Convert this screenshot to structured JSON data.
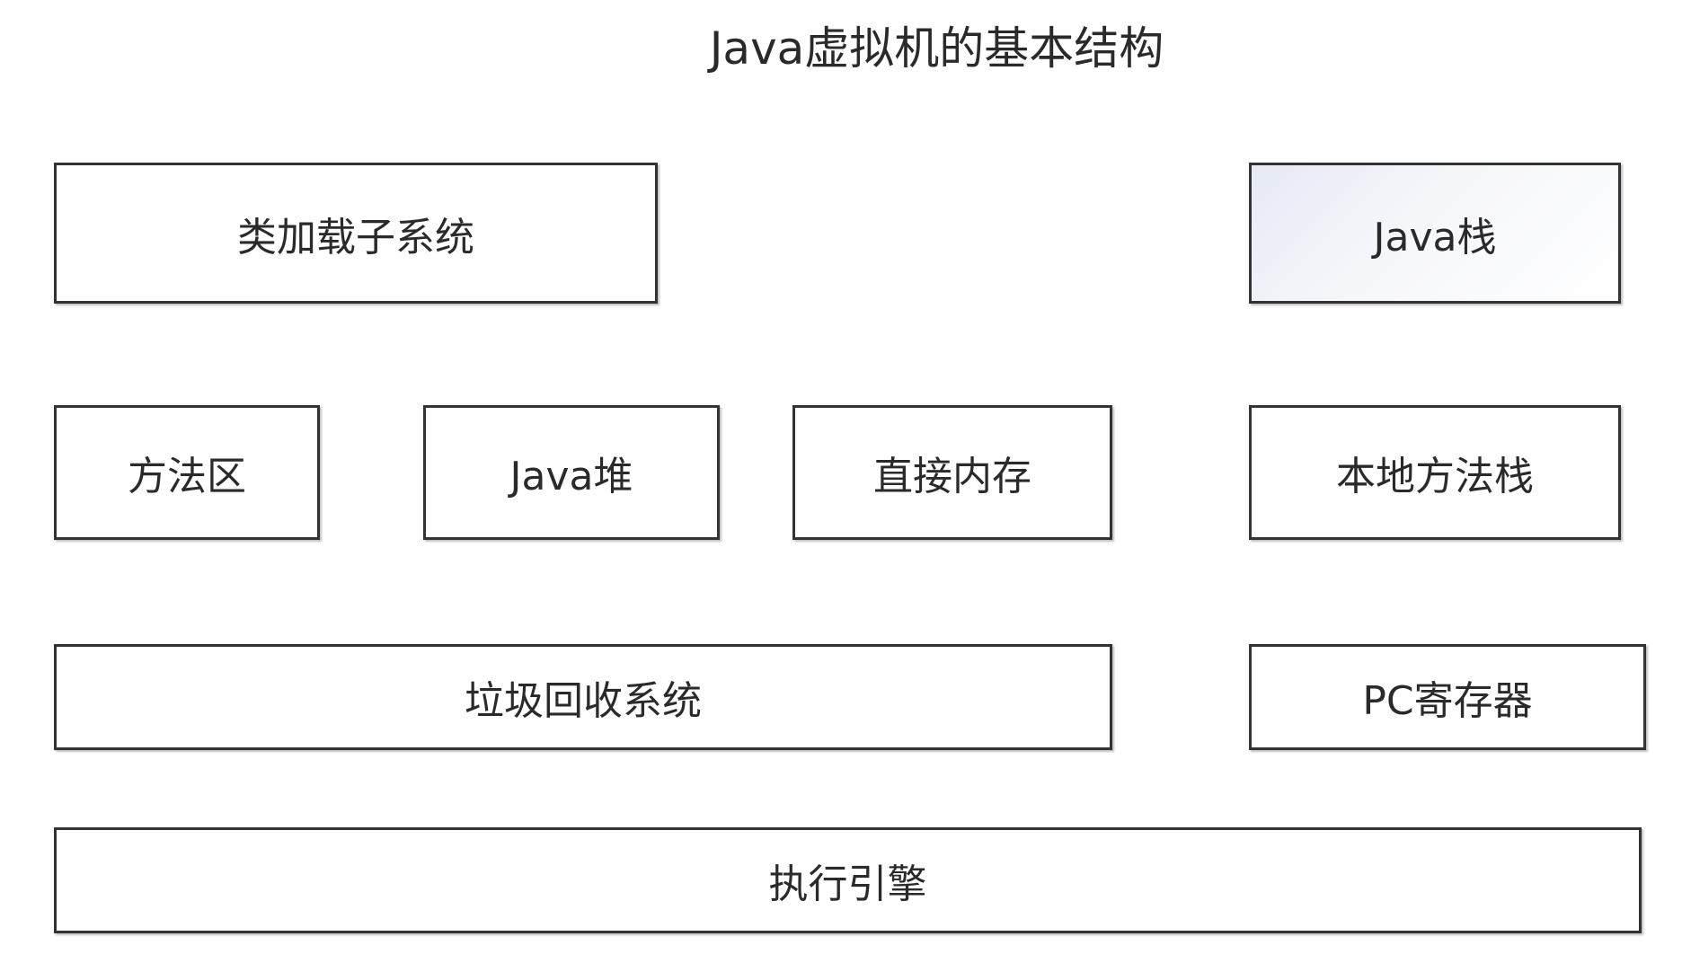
{
  "title": "Java虚拟机的基本结构",
  "components": {
    "class_loader": "类加载子系统",
    "java_stack": "Java栈",
    "method_area": "方法区",
    "java_heap": "Java堆",
    "direct_memory": "直接内存",
    "native_method_stack": "本地方法栈",
    "garbage_collection": "垃圾回收系统",
    "pc_register": "PC寄存器",
    "execution_engine": "执行引擎"
  },
  "colors": {
    "border": "#333333",
    "text": "#2a2a2a",
    "shaded_fill": "#e6eaf4"
  }
}
